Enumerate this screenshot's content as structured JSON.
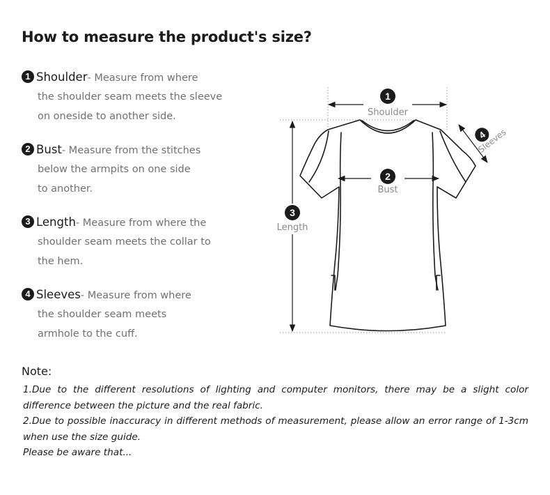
{
  "page_title": "How to measure the product's size?",
  "instructions": [
    {
      "number": "1",
      "name": "Shoulder",
      "lines": [
        "- Measure from where",
        "the shoulder seam meets the sleeve",
        "on oneside to another side."
      ]
    },
    {
      "number": "2",
      "name": "Bust",
      "lines": [
        "- Measure from the stitches",
        "below the armpits on one side",
        "to another."
      ]
    },
    {
      "number": "3",
      "name": "Length",
      "lines": [
        "- Measure from where the",
        "shoulder seam meets the collar to",
        "the hem."
      ]
    },
    {
      "number": "4",
      "name": "Sleeves",
      "lines": [
        "- Measure from where",
        "the shoulder seam meets",
        "armhole to the cuff."
      ]
    }
  ],
  "diagram": {
    "markers": [
      {
        "number": "1",
        "label": "Shoulder"
      },
      {
        "number": "2",
        "label": "Bust"
      },
      {
        "number": "3",
        "label": "Length"
      },
      {
        "number": "4",
        "label": "Sleeves"
      }
    ],
    "line_color": "#1b1b1b",
    "guide_color": "#9a9a9a"
  },
  "note": {
    "title": "Note:",
    "paragraphs": [
      "1.Due to the different resolutions of lighting and computer monitors, there may be a slight color difference between the picture and the real fabric.",
      "2.Due to possible inaccuracy in different methods of measurement, please allow an error range of 1-3cm when use the size guide.",
      "Please be aware that..."
    ]
  }
}
